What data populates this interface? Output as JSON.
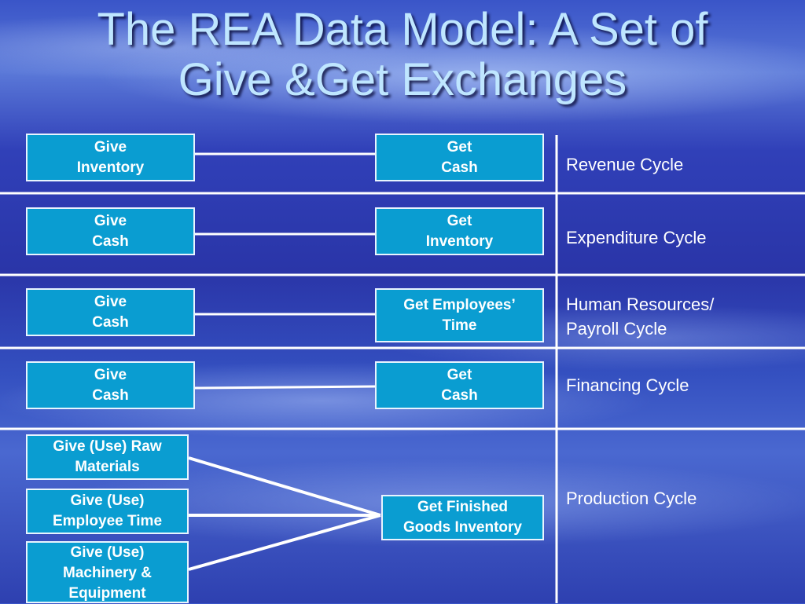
{
  "title": "The REA Data Model: A Set of\nGive &Get Exchanges",
  "rows": [
    {
      "give": "Give\nInventory",
      "get": "Get\nCash",
      "cycle": "Revenue Cycle"
    },
    {
      "give": "Give\nCash",
      "get": "Get\nInventory",
      "cycle": "Expenditure Cycle"
    },
    {
      "give": "Give\nCash",
      "get": "Get Employees’\nTime",
      "cycle": "Human Resources/\nPayroll Cycle"
    },
    {
      "give": "Give\nCash",
      "get": "Get\nCash",
      "cycle": "Financing Cycle"
    }
  ],
  "production": {
    "gives": [
      "Give (Use) Raw\nMaterials",
      "Give (Use)\nEmployee Time",
      "Give (Use)\nMachinery &\nEquipment"
    ],
    "get": "Get Finished\nGoods Inventory",
    "cycle": "Production Cycle"
  }
}
